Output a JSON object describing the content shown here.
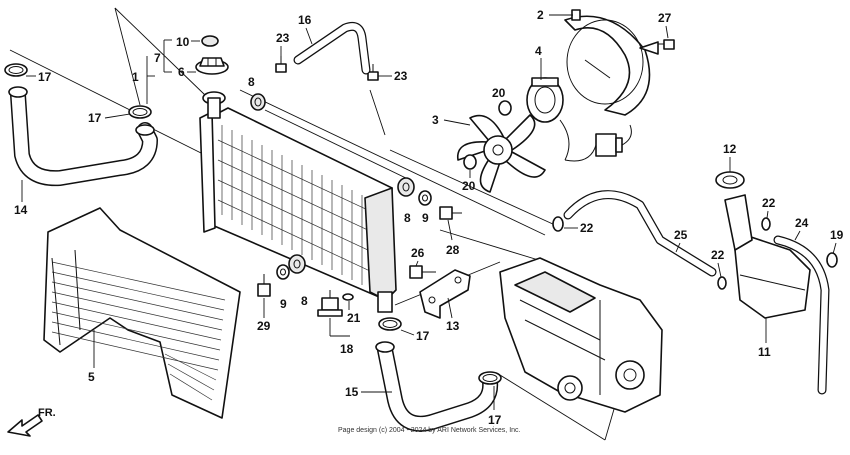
{
  "diagram": {
    "callouts": {
      "c1": "1",
      "c2": "2",
      "c3": "3",
      "c4": "4",
      "c5": "5",
      "c6": "6",
      "c7": "7",
      "c8a": "8",
      "c8b": "8",
      "c9a": "9",
      "c9b": "9",
      "c10": "10",
      "c11": "11",
      "c12": "12",
      "c13": "13",
      "c14": "14",
      "c15": "15",
      "c16": "16",
      "c17a": "17",
      "c17b": "17",
      "c17c": "17",
      "c17d": "17",
      "c18": "18",
      "c19": "19",
      "c20a": "20",
      "c20b": "20",
      "c21": "21",
      "c22a": "22",
      "c22b": "22",
      "c22c": "22",
      "c23a": "23",
      "c23b": "23",
      "c24": "24",
      "c25": "25",
      "c26": "26",
      "c27": "27",
      "c28": "28",
      "c29": "29"
    },
    "direction_label": "FR.",
    "copyright": "Page design (c) 2004 - 2024 by ARI Network Services, Inc."
  },
  "colors": {
    "line": "#111111",
    "background": "#ffffff"
  }
}
